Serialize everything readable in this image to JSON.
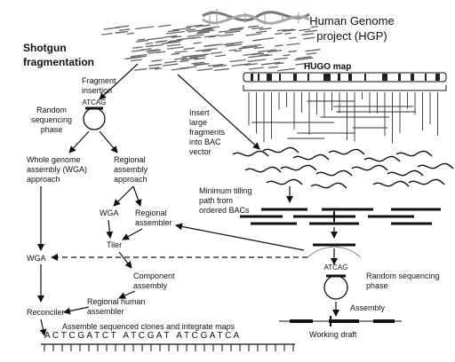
{
  "title_line1": "Human Genome",
  "title_line2": "project (HGP)",
  "shotgun_line1": "Shotgun",
  "shotgun_line2": "fragmentation",
  "fragment_insertion_line1": "Fragment",
  "fragment_insertion_line2": "insertion",
  "seq_label": "ATCAG",
  "random_seq_left_line1": "Random",
  "random_seq_left_line2": "sequencing",
  "random_seq_left_line3": "phase",
  "wga_approach_line1": "Whole genome",
  "wga_approach_line2": "assembly (WGA)",
  "wga_approach_line3": "approach",
  "regional_approach_line1": "Regional",
  "regional_approach_line2": "assembly",
  "regional_approach_line3": "approach",
  "wga_small": "WGA",
  "regional_assembler_line1": "Regional",
  "regional_assembler_line2": "assembler",
  "tiler": "Tiler",
  "wga_left": "WGA",
  "component_assembly_line1": "Component",
  "component_assembly_line2": "assembly",
  "regional_human_line1": "Regional human",
  "regional_human_line2": "assembler",
  "reconciler": "Reconciler",
  "assemble_label": "Assemble sequenced clones and integrate maps",
  "sequence_letters": "A C T C G A T C T   A T C G A T   A T C G A T C A",
  "hugo_map": "HUGO map",
  "insert_bac_line1": "Insert",
  "insert_bac_line2": "large",
  "insert_bac_line3": "fragments",
  "insert_bac_line4": "into BAC",
  "insert_bac_line5": "vector",
  "min_tiling_line1": "Minimum tilling",
  "min_tiling_line2": "path from",
  "min_tiling_line3": "ordered BACs",
  "seq_label_right": "ATCAG",
  "random_seq_right_line1": "Random sequencing",
  "random_seq_right_line2": "phase",
  "assembly": "Assembly",
  "working_draft": "Working draft"
}
